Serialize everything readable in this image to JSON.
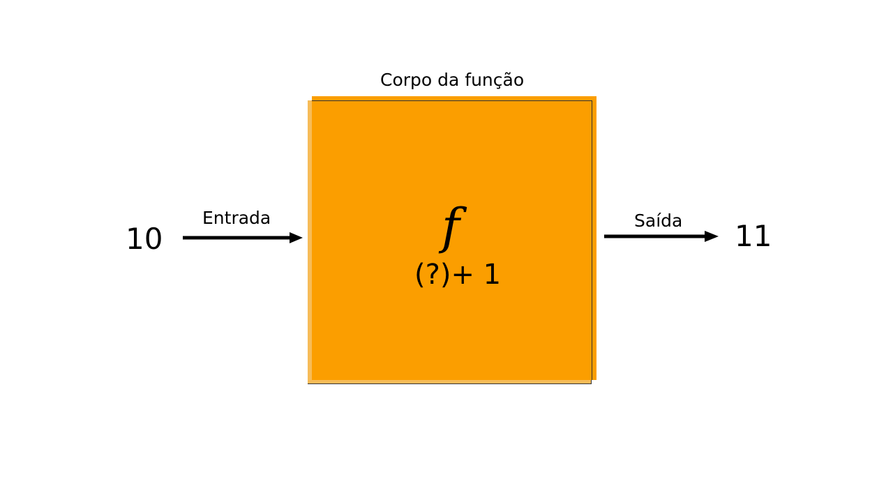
{
  "diagram": {
    "title": "Corpo da função",
    "function_symbol": "f",
    "expression": "(?)+ 1",
    "input": {
      "value": "10",
      "label": "Entrada"
    },
    "output": {
      "value": "11",
      "label": "Saída"
    },
    "colors": {
      "box_fill": "#fb9e00",
      "box_shadow": "#f7bc58",
      "arrow": "#000000",
      "text": "#000000"
    }
  }
}
